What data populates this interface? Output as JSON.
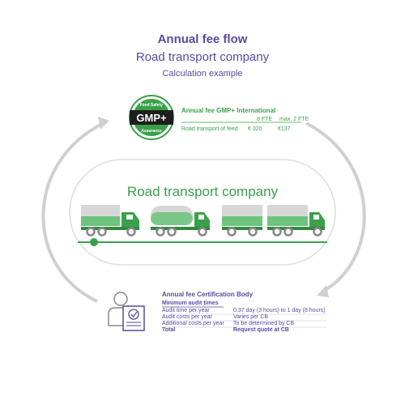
{
  "header": {
    "title": "Annual fee flow",
    "subtitle": "Road transport company",
    "caption": "Calculation example"
  },
  "gmp_block": {
    "logo_text": "GMP+",
    "logo_ring_top": "Feed Safety",
    "logo_ring_bottom": "Assurance",
    "title": "Annual fee GMP+ International",
    "col1_header": "8 FTE",
    "col2_header": "max. 2 FTE",
    "row_label": "Road transport of feed",
    "row_val1": "€ 320",
    "row_val2": "€137"
  },
  "road": {
    "label": "Road transport company"
  },
  "cb_block": {
    "title": "Annual fee Certification Body",
    "subtitle": "Minimum audit times",
    "rows": [
      {
        "label": "Audit time per year",
        "value": "0,37 day (3 hours) to 1 day (8 hours)"
      },
      {
        "label": "Audit costs per year",
        "value": "Varies per CB"
      },
      {
        "label": "Additional costs per year",
        "value": "To be determined by CB"
      },
      {
        "label": "Total",
        "value": "Request quote at CB"
      }
    ]
  },
  "colors": {
    "purple": "#5b4a9e",
    "green": "#3aa14a",
    "grey": "#cccccc"
  }
}
